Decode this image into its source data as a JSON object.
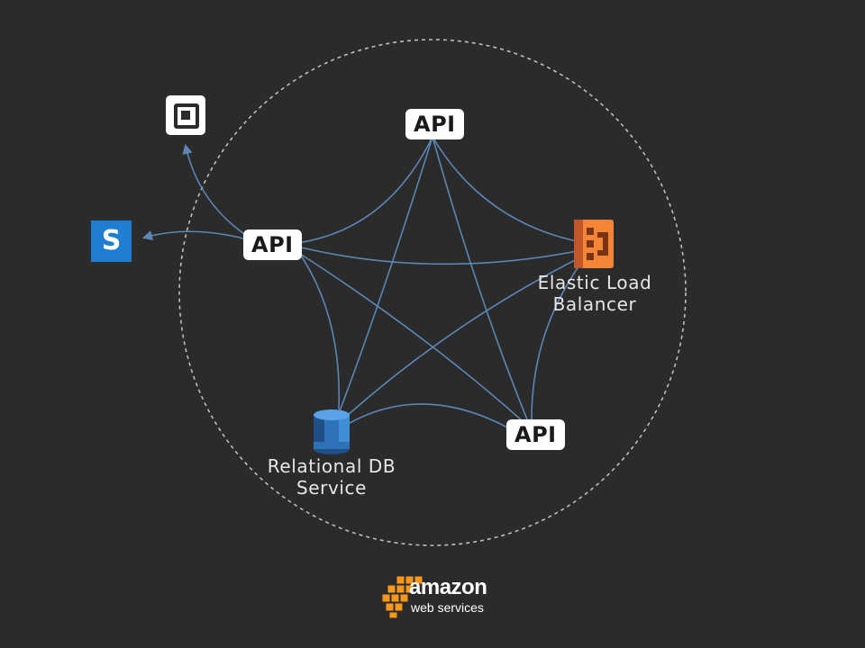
{
  "nodes": {
    "api_top": {
      "label": "API"
    },
    "api_left": {
      "label": "API"
    },
    "api_bottom": {
      "label": "API"
    },
    "elb": {
      "label_line1": "Elastic Load",
      "label_line2": "Balancer",
      "icon": "elastic-load-balancer-icon"
    },
    "rds": {
      "label_line1": "Relational DB",
      "label_line2": "Service",
      "icon": "database-icon"
    }
  },
  "external": {
    "square": {
      "icon": "square-logo-icon"
    },
    "s_app": {
      "letter": "S",
      "icon": "s-app-logo-icon"
    }
  },
  "footer": {
    "logo_word": "amazon",
    "logo_sub": "web services",
    "icon": "aws-cubes-icon"
  },
  "colors": {
    "background": "#2b2b2b",
    "edge": "#5b86b5",
    "ring": "#bdbdbd",
    "elb": "#f58536",
    "rds": "#2e73b8",
    "s_app": "#1f7ed1",
    "aws_orange": "#f7981d"
  }
}
